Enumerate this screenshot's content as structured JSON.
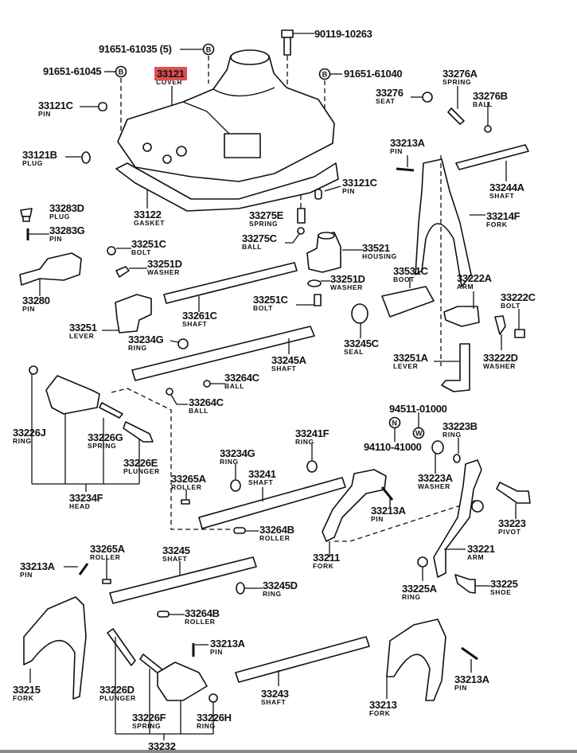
{
  "diagram": {
    "title": "Transmission shift cover & shift fork assembly exploded view",
    "highlight_color": "#e05050",
    "highlighted_part": "33121",
    "labels": [
      {
        "id": "l01",
        "part": "91651-61035 (5)",
        "name": ""
      },
      {
        "id": "l02",
        "part": "90119-10263",
        "name": ""
      },
      {
        "id": "l03",
        "part": "91651-61045",
        "name": ""
      },
      {
        "id": "l04",
        "part": "33121",
        "name": "COVER",
        "highlight": true
      },
      {
        "id": "l05",
        "part": "91651-61040",
        "name": ""
      },
      {
        "id": "l06",
        "part": "33276A",
        "name": "SPRING"
      },
      {
        "id": "l07",
        "part": "33276",
        "name": "SEAT"
      },
      {
        "id": "l08",
        "part": "33276B",
        "name": "BALL"
      },
      {
        "id": "l09",
        "part": "33121C",
        "name": "PIN"
      },
      {
        "id": "l10",
        "part": "33213A",
        "name": "PIN"
      },
      {
        "id": "l11",
        "part": "33121B",
        "name": "PLUG"
      },
      {
        "id": "l12",
        "part": "33244A",
        "name": "SHAFT"
      },
      {
        "id": "l13",
        "part": "33121C",
        "name": "PIN"
      },
      {
        "id": "l14",
        "part": "33283D",
        "name": "PLUG"
      },
      {
        "id": "l15",
        "part": "33122",
        "name": "GASKET"
      },
      {
        "id": "l16",
        "part": "33275E",
        "name": "SPRING"
      },
      {
        "id": "l17",
        "part": "33214F",
        "name": "FORK"
      },
      {
        "id": "l18",
        "part": "33283G",
        "name": "PIN"
      },
      {
        "id": "l19",
        "part": "33275C",
        "name": "BALL"
      },
      {
        "id": "l20",
        "part": "33251C",
        "name": "BOLT"
      },
      {
        "id": "l21",
        "part": "33521",
        "name": "HOUSING"
      },
      {
        "id": "l22",
        "part": "33251D",
        "name": "WASHER"
      },
      {
        "id": "l23",
        "part": "33251D",
        "name": "WASHER"
      },
      {
        "id": "l24",
        "part": "33531C",
        "name": "BOOT"
      },
      {
        "id": "l25",
        "part": "33222A",
        "name": "ARM"
      },
      {
        "id": "l26",
        "part": "33280",
        "name": "PIN"
      },
      {
        "id": "l27",
        "part": "33251C",
        "name": "BOLT"
      },
      {
        "id": "l28",
        "part": "33222C",
        "name": "BOLT"
      },
      {
        "id": "l29",
        "part": "33261C",
        "name": "SHAFT"
      },
      {
        "id": "l30",
        "part": "33251",
        "name": "LEVER"
      },
      {
        "id": "l31",
        "part": "33234G",
        "name": "RING"
      },
      {
        "id": "l32",
        "part": "33245C",
        "name": "SEAL"
      },
      {
        "id": "l33",
        "part": "33245A",
        "name": "SHAFT"
      },
      {
        "id": "l34",
        "part": "33251A",
        "name": "LEVER"
      },
      {
        "id": "l35",
        "part": "33222D",
        "name": "WASHER"
      },
      {
        "id": "l36",
        "part": "33264C",
        "name": "BALL"
      },
      {
        "id": "l37",
        "part": "33264C",
        "name": "BALL"
      },
      {
        "id": "l38",
        "part": "94511-01000",
        "name": ""
      },
      {
        "id": "l39",
        "part": "33226J",
        "name": "RING"
      },
      {
        "id": "l40",
        "part": "33226G",
        "name": "SPRING"
      },
      {
        "id": "l41",
        "part": "33241F",
        "name": "RING"
      },
      {
        "id": "l42",
        "part": "33223B",
        "name": "RING"
      },
      {
        "id": "l43",
        "part": "94110-41000",
        "name": ""
      },
      {
        "id": "l44",
        "part": "33226E",
        "name": "PLUNGER"
      },
      {
        "id": "l45",
        "part": "33234G",
        "name": "RING"
      },
      {
        "id": "l46",
        "part": "33223A",
        "name": "WASHER"
      },
      {
        "id": "l47",
        "part": "33265A",
        "name": "ROLLER"
      },
      {
        "id": "l48",
        "part": "33241",
        "name": "SHAFT"
      },
      {
        "id": "l49",
        "part": "33234F",
        "name": "HEAD"
      },
      {
        "id": "l50",
        "part": "33213A",
        "name": "PIN"
      },
      {
        "id": "l51",
        "part": "33223",
        "name": "PIVOT"
      },
      {
        "id": "l52",
        "part": "33264B",
        "name": "ROLLER"
      },
      {
        "id": "l53",
        "part": "33265A",
        "name": "ROLLER"
      },
      {
        "id": "l54",
        "part": "33245",
        "name": "SHAFT"
      },
      {
        "id": "l55",
        "part": "33211",
        "name": "FORK"
      },
      {
        "id": "l56",
        "part": "33221",
        "name": "ARM"
      },
      {
        "id": "l57",
        "part": "33213A",
        "name": "PIN"
      },
      {
        "id": "l58",
        "part": "33245D",
        "name": "RING"
      },
      {
        "id": "l59",
        "part": "33225A",
        "name": "RING"
      },
      {
        "id": "l60",
        "part": "33225",
        "name": "SHOE"
      },
      {
        "id": "l61",
        "part": "33264B",
        "name": "ROLLER"
      },
      {
        "id": "l62",
        "part": "33213A",
        "name": "PIN"
      },
      {
        "id": "l63",
        "part": "33213A",
        "name": "PIN"
      },
      {
        "id": "l64",
        "part": "33215",
        "name": "FORK"
      },
      {
        "id": "l65",
        "part": "33226D",
        "name": "PLUNGER"
      },
      {
        "id": "l66",
        "part": "33243",
        "name": "SHAFT"
      },
      {
        "id": "l67",
        "part": "33213",
        "name": "FORK"
      },
      {
        "id": "l68",
        "part": "33226F",
        "name": "SPRING"
      },
      {
        "id": "l69",
        "part": "33226H",
        "name": "RING"
      },
      {
        "id": "l70",
        "part": "33232",
        "name": ""
      }
    ],
    "circled_symbols": [
      {
        "id": "s1",
        "letter": "B"
      },
      {
        "id": "s2",
        "letter": "B"
      },
      {
        "id": "s3",
        "letter": "B"
      },
      {
        "id": "s4",
        "letter": "N"
      },
      {
        "id": "s5",
        "letter": "W"
      }
    ]
  }
}
